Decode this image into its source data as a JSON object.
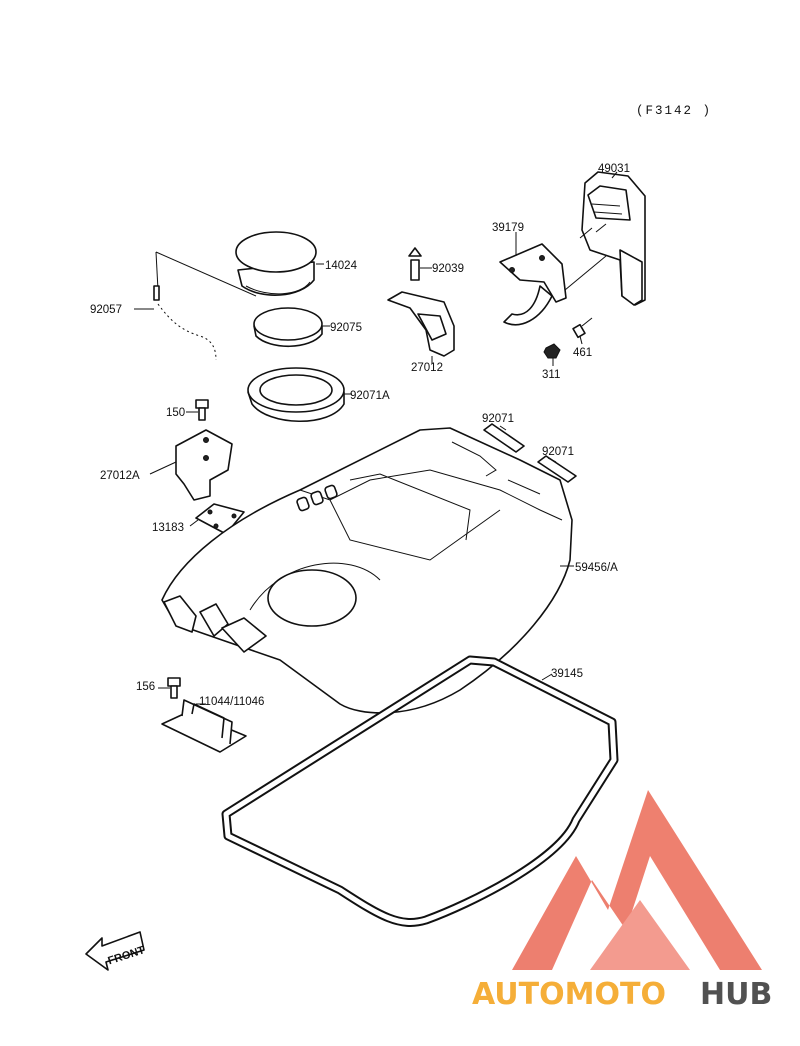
{
  "diagram": {
    "figure_code": "(F3142 )",
    "front_label": "FRONT",
    "labels": {
      "p49031": "49031",
      "p39179": "39179",
      "p14024": "14024",
      "p92039": "92039",
      "p92057": "92057",
      "p92075": "92075",
      "p27012": "27012",
      "p461": "461",
      "p311": "311",
      "p92071A": "92071A",
      "p150": "150",
      "p92071a": "92071",
      "p92071b": "92071",
      "p27012A": "27012A",
      "p13183": "13183",
      "p59456A": "59456/A",
      "p39145": "39145",
      "p156": "156",
      "p11044": "11044/11046"
    }
  },
  "watermark": {
    "text_part1": "AUTOMOTO",
    "text_part2": "HUB",
    "color_primary": "#f5a623",
    "color_secondary": "#333333",
    "logo_color": "#e83e2c"
  }
}
